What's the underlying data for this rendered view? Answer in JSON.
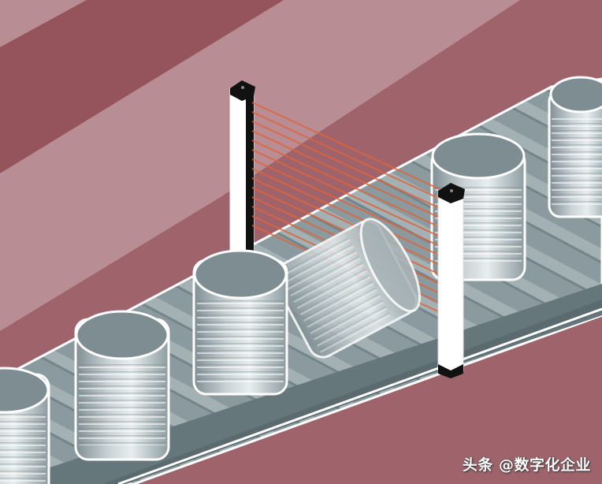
{
  "illustration": {
    "subject": "safety light curtain detecting fallen can on conveyor",
    "colors": {
      "background": "#9e636b",
      "stripe_light": "#b88d93",
      "stripe_dark": "#95535b",
      "conveyor_top": "#8a9a9e",
      "conveyor_side": "#66777c",
      "can_body": "#aeb9bd",
      "can_top": "#7d8d92",
      "beam": "#e0643c",
      "emitter_body": "#ffffff",
      "emitter_cap": "#111111"
    },
    "objects": [
      "light-curtain-emitter",
      "light-curtain-receiver",
      "laser-beams",
      "conveyor-belt",
      "upright-can",
      "fallen-can"
    ],
    "cans_upright_count": 5,
    "cans_fallen_count": 1,
    "beam_count": 14
  },
  "watermark": {
    "text": "头条 @数字化企业"
  }
}
